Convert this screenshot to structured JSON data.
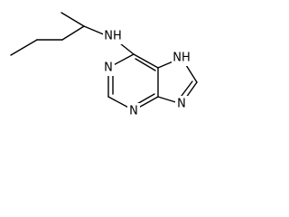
{
  "molecule": {
    "atom_labels": {
      "amine_nh": "NH",
      "ring_nh": "NH",
      "n1": "N",
      "n3": "N",
      "n9": "N"
    },
    "colors": {
      "bond": "#000000",
      "text": "#000000",
      "background": "#ffffff"
    }
  }
}
